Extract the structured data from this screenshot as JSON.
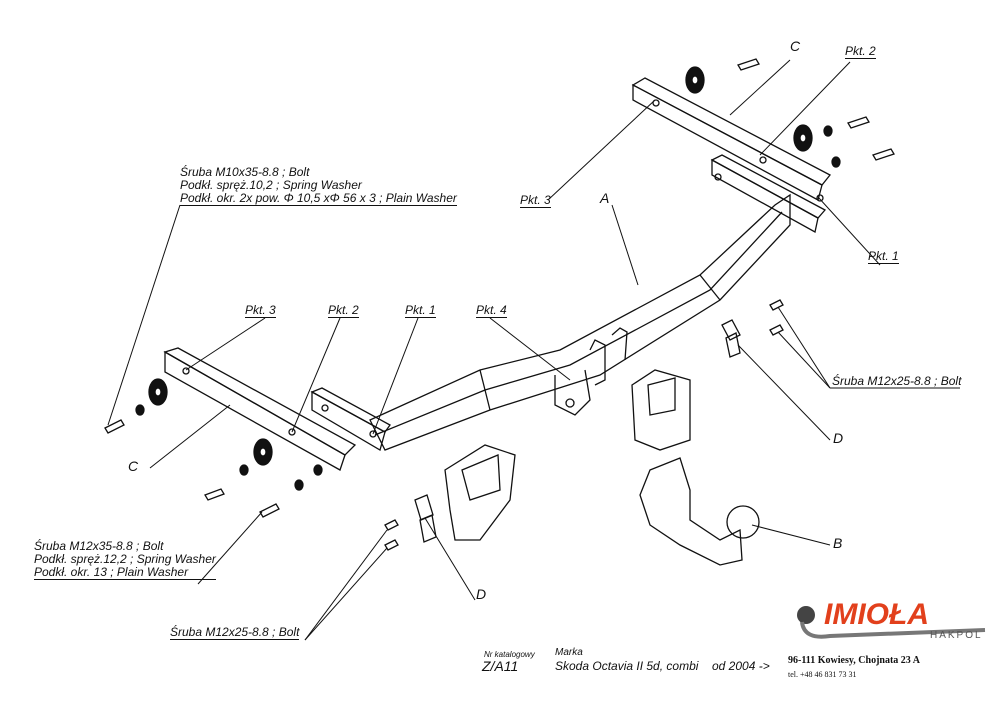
{
  "callouts": {
    "top_c": "C",
    "top_pkt2": "Pkt. 2",
    "top_pkt3": "Pkt. 3",
    "top_a": "A",
    "top_pkt1": "Pkt. 1",
    "left_pkt3": "Pkt. 3",
    "left_pkt2": "Pkt. 2",
    "left_pkt1": "Pkt. 1",
    "pkt4": "Pkt. 4",
    "left_c": "C",
    "right_d": "D",
    "b": "B",
    "bottom_d": "D"
  },
  "notes": {
    "bolt_m10": [
      "Śruba M10x35-8.8 ;  Bolt",
      "Podkł. spręż.10,2 ; Spring Washer",
      "Podkł. okr. 2x pow. Φ 10,5 xΦ 56 x 3 ; Plain Washer"
    ],
    "bolt_m12x35": [
      "Śruba M12x35-8.8 ;  Bolt",
      "Podkł. spręż.12,2 ; Spring Washer",
      "Podkł. okr. 13 ; Plain Washer"
    ],
    "bolt_m12x25_right": "Śruba M12x25-8.8 ;  Bolt",
    "bolt_m12x25_bottom": "Śruba M12x25-8.8 ;  Bolt"
  },
  "footer": {
    "catalog_label": "Nr katalogowy",
    "catalog_value": "Z/A11",
    "brand_label": "Marka",
    "brand_value": "Skoda Octavia II 5d, combi",
    "from_year": "od  2004 ->",
    "address": "96-111 Kowiesy, Chojnata 23 A",
    "phone": "tel. +48 46 831 73 31"
  },
  "logo": {
    "name": "IMIOŁA",
    "sub": "HAKPOL",
    "color": "#e2401c"
  }
}
